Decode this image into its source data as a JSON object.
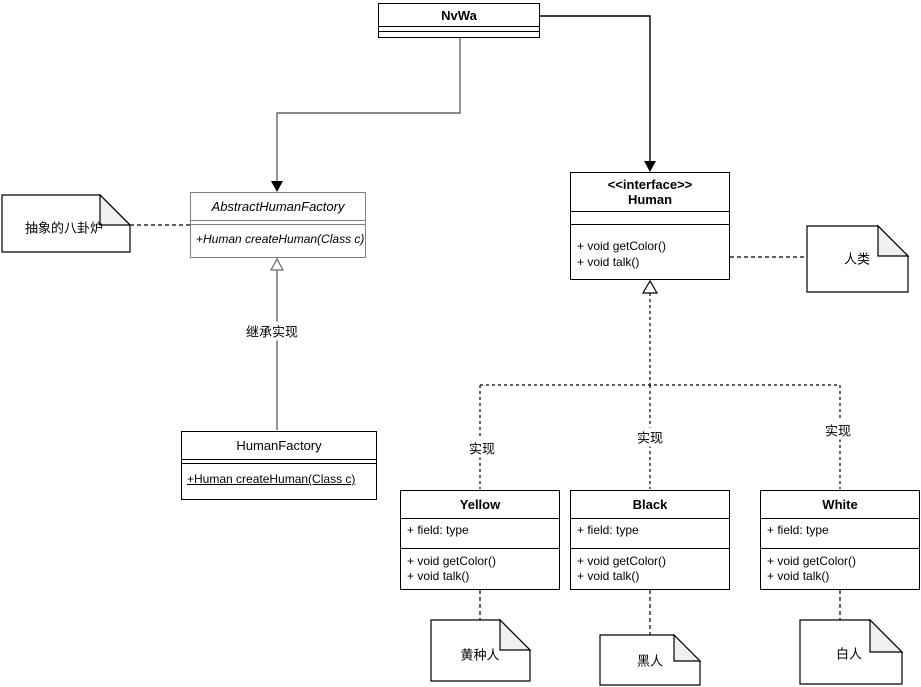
{
  "diagram": {
    "classes": {
      "nvwa": {
        "title": "NvWa"
      },
      "abstract_human_factory": {
        "title": "AbstractHumanFactory",
        "method": "+Human createHuman(Class c)"
      },
      "human_interface": {
        "stereotype": "<<interface>>",
        "title": "Human",
        "methods": [
          "+ void getColor()",
          "+ void talk()"
        ]
      },
      "human_factory": {
        "title": "HumanFactory",
        "method": "+Human createHuman(Class c)"
      },
      "yellow": {
        "title": "Yellow",
        "field": "+ field: type",
        "methods": [
          "+ void getColor()",
          "+ void talk()"
        ]
      },
      "black": {
        "title": "Black",
        "field": "+ field: type",
        "methods": [
          "+ void getColor()",
          "+ void talk()"
        ]
      },
      "white": {
        "title": "White",
        "field": "+ field: type",
        "methods": [
          "+ void getColor()",
          "+ void talk()"
        ]
      }
    },
    "notes": {
      "furnace": {
        "text": "抽象的八卦炉"
      },
      "human": {
        "text": "人类"
      },
      "yellow_person": {
        "text": "黄种人"
      },
      "black_person": {
        "text": "黑人"
      },
      "white_person": {
        "text": "白人"
      }
    },
    "edge_labels": {
      "inherit": "继承实现",
      "realize_yellow": "实现",
      "realize_black": "实现",
      "realize_white": "实现"
    },
    "colors": {
      "box_border": "#000000",
      "abstract_border": "#808080",
      "gray_line": "#666666",
      "note_fold": "#f0f0f0",
      "background": "#ffffff"
    }
  }
}
